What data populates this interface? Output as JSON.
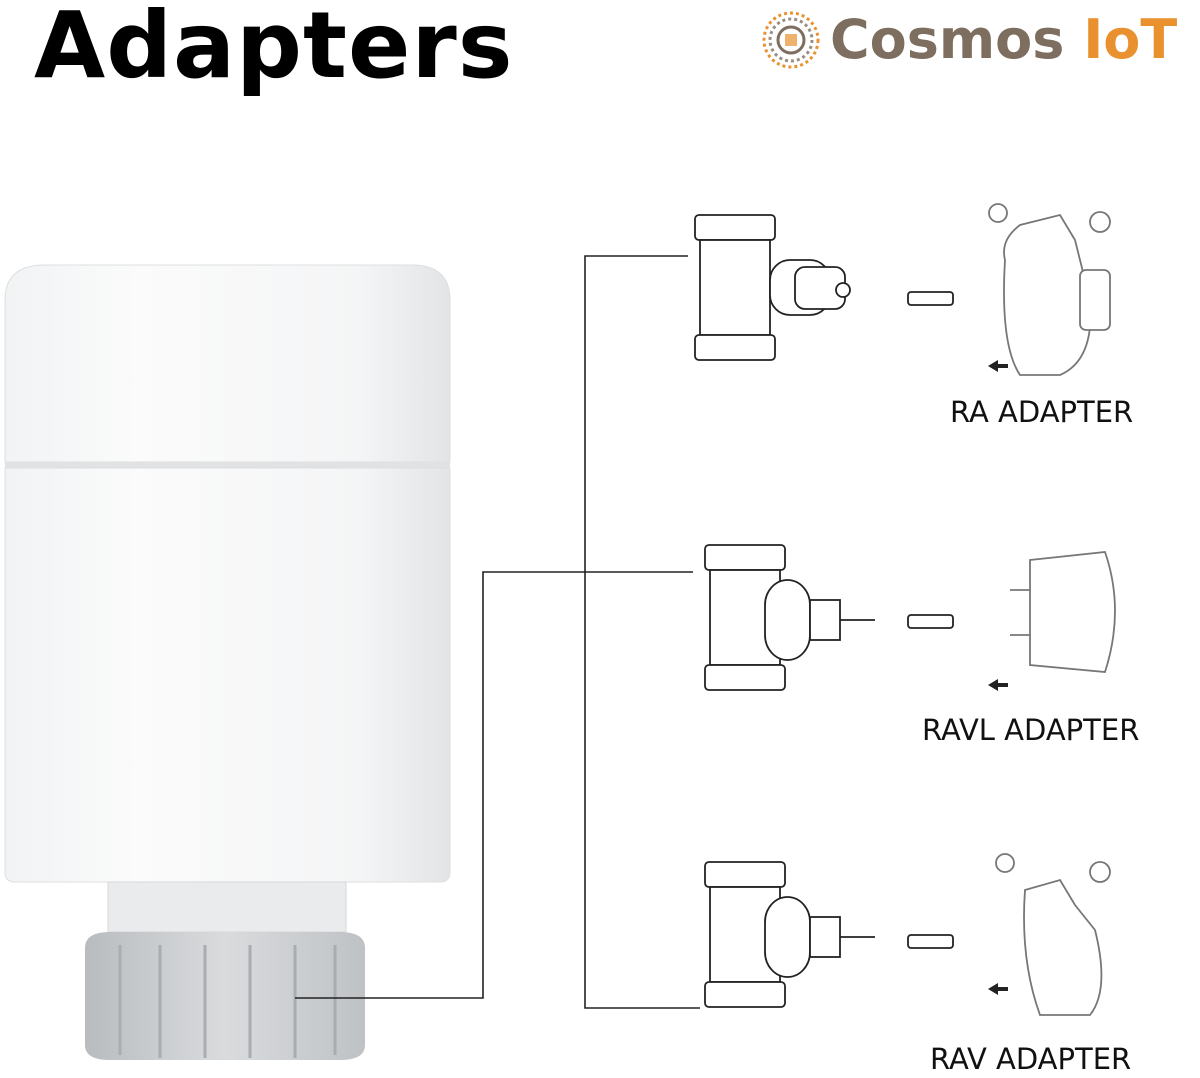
{
  "title": "Adapters",
  "logo": {
    "brand_main": "Cosmos",
    "brand_accent": "IoT",
    "main_color": "#7d6e5f",
    "accent_color": "#e8912e"
  },
  "adapters": [
    {
      "label": "RA ADAPTER"
    },
    {
      "label": "RAVL ADAPTER"
    },
    {
      "label": "RAV ADAPTER"
    }
  ]
}
